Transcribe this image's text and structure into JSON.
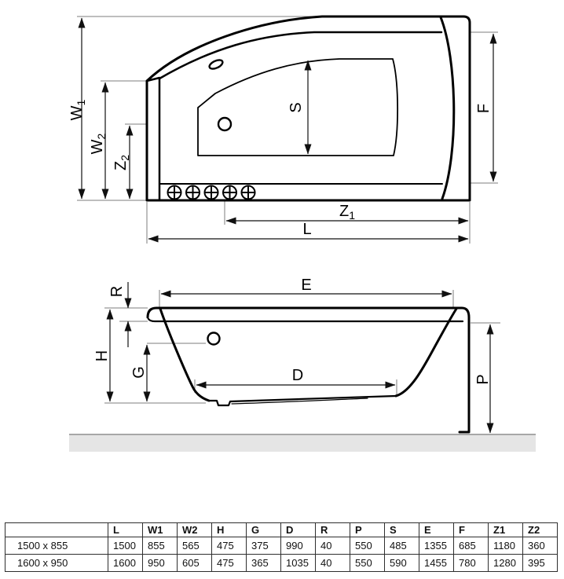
{
  "top_view": {
    "labels": {
      "w1": {
        "base": "W",
        "sub": "1"
      },
      "w2": {
        "base": "W",
        "sub": "2"
      },
      "z2": {
        "base": "Z",
        "sub": "2"
      },
      "s": "S",
      "f": "F",
      "z1": {
        "base": "Z",
        "sub": "1"
      },
      "l": "L"
    }
  },
  "side_view": {
    "labels": {
      "r": "R",
      "e": "E",
      "h": "H",
      "g": "G",
      "d": "D",
      "p": "P"
    }
  },
  "table": {
    "headers": [
      "",
      "L",
      "W1",
      "W2",
      "H",
      "G",
      "D",
      "R",
      "P",
      "S",
      "E",
      "F",
      "Z1",
      "Z2"
    ],
    "rows": [
      {
        "label": "1500 x 855",
        "values": [
          "1500",
          "855",
          "565",
          "475",
          "375",
          "990",
          "40",
          "550",
          "485",
          "1355",
          "685",
          "1180",
          "360"
        ]
      },
      {
        "label": "1600 x 950",
        "values": [
          "1600",
          "950",
          "605",
          "475",
          "365",
          "1035",
          "40",
          "550",
          "590",
          "1455",
          "780",
          "1280",
          "395"
        ]
      }
    ]
  },
  "colors": {
    "line": "#000000",
    "extension_line": "#7d7d7d",
    "floor": "#e5e5e5"
  }
}
